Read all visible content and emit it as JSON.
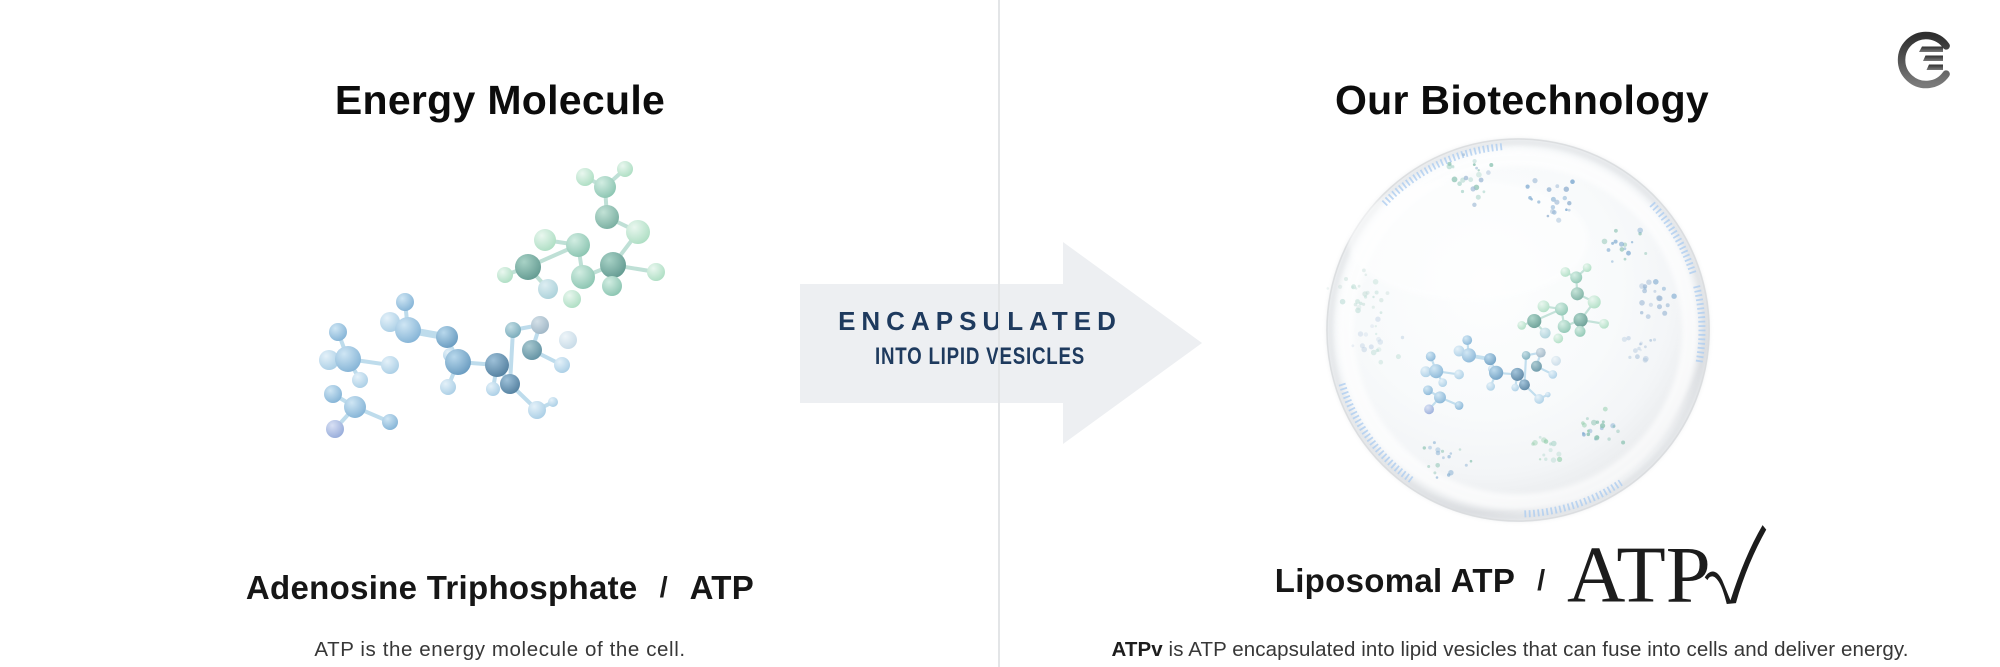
{
  "left": {
    "title": "Energy Molecule",
    "name_primary": "Adenosine Triphosphate",
    "separator": "/",
    "name_abbrev": "ATP",
    "caption": "ATP is the energy molecule of the cell."
  },
  "arrow": {
    "line1": "ENCAPSULATED",
    "line2": "INTO LIPID VESICLES",
    "fill_color": "#edeff2",
    "text_color": "#1e3a5e"
  },
  "right": {
    "title": "Our Biotechnology",
    "name_primary": "Liposomal ATP",
    "separator": "/",
    "logo_text": "ATP",
    "caption_bold": "ATPv",
    "caption_rest": " is ATP encapsulated into lipid vesicles that can fuse into cells and deliver energy."
  },
  "icons": {
    "brand_logo": "g-stripes-logo",
    "atp_logo_check": "checkmark"
  },
  "colors": {
    "molecule_blue": "#7fb0d4",
    "molecule_teal": "#80bba8",
    "vesicle_rim": "#aecdf0",
    "divider": "#e3e5e7",
    "heading_text": "#0c0c0c",
    "logo_gray": "#4a4a4a"
  }
}
